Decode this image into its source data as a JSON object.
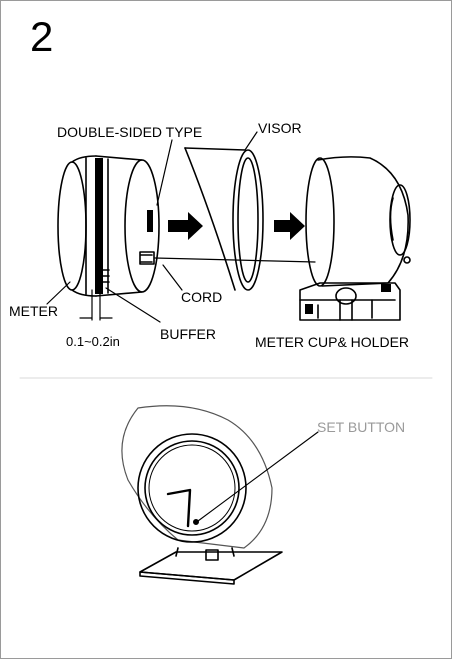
{
  "step_number": "2",
  "labels": {
    "double_sided_tape": "DOUBLE-SIDED TYPE",
    "visor": "VISOR",
    "cord": "CORD",
    "meter": "METER",
    "gap": "0.1~0.2in",
    "buffer": "BUFFER",
    "meter_cup_holder": "METER CUP& HOLDER",
    "set_button": "SET BUTTON"
  },
  "colors": {
    "line": "#000000",
    "set_button_text": "#9a9a9a"
  }
}
